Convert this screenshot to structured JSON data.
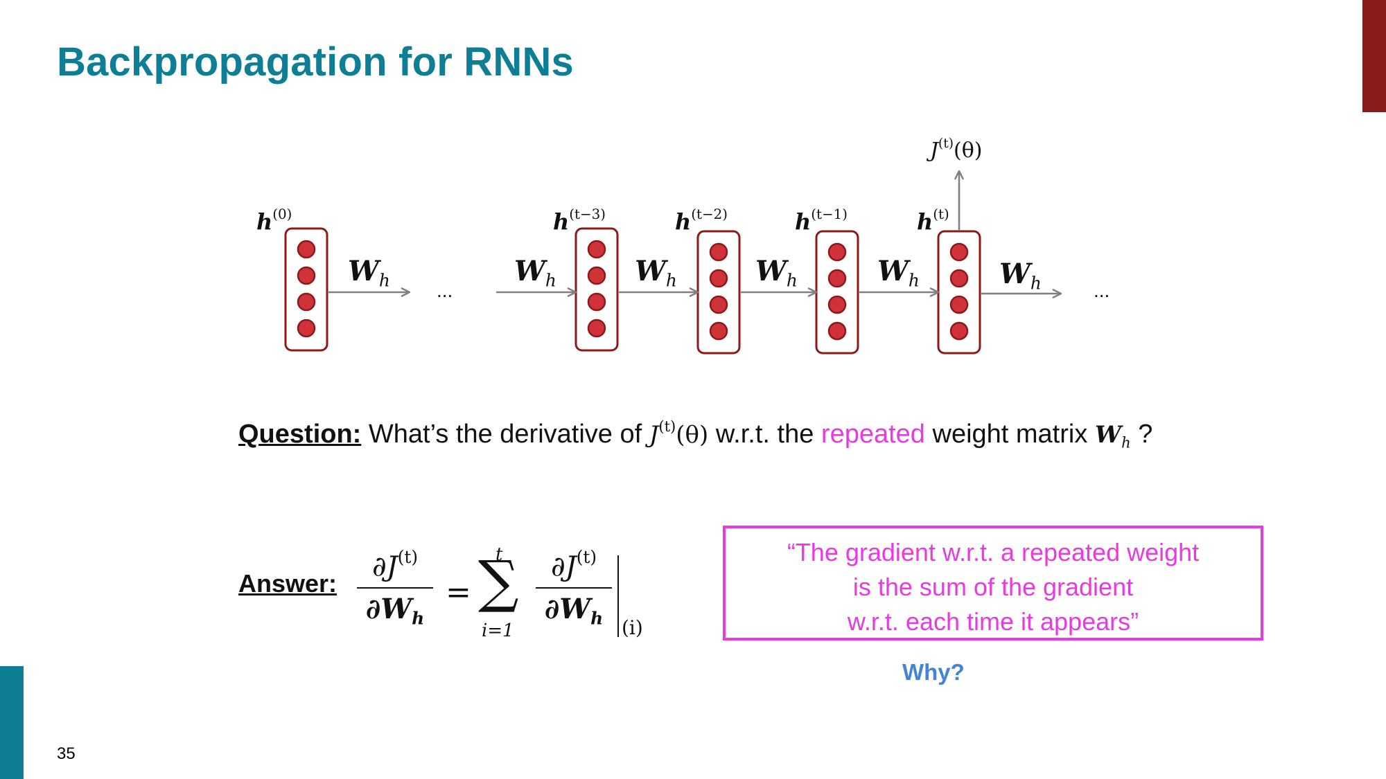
{
  "slide": {
    "title": "Backpropagation for RNNs",
    "number": "35"
  },
  "colors": {
    "title": "#0d7e94",
    "accent_red": "#8b1a1a",
    "accent_teal": "#0d7e94",
    "neuron_fill": "#d0323a",
    "neuron_stroke": "#8b1a1a",
    "pink": "#e83ae0",
    "why": "#4285d8",
    "arrow": "#808080"
  },
  "diagram": {
    "hidden_states": [
      {
        "base": "h",
        "sup": "(0)"
      },
      {
        "base": "h",
        "sup": "(t−3)"
      },
      {
        "base": "h",
        "sup": "(t−2)"
      },
      {
        "base": "h",
        "sup": "(t−1)"
      },
      {
        "base": "h",
        "sup": "(t)"
      }
    ],
    "weight_label": {
      "base": "W",
      "sub": "h"
    },
    "ellipsis": "...",
    "loss": {
      "base": "J",
      "sup": "(t)",
      "arg": "(θ)"
    }
  },
  "question": {
    "label": "Question:",
    "text_before": " What’s the derivative of ",
    "math_base": "J",
    "math_sup": "(t)",
    "math_arg": "(θ)",
    "text_middle": " w.r.t. the ",
    "highlight": "repeated",
    "text_after": " weight matrix ",
    "matrix_base": "W",
    "matrix_sub": "h",
    "end": " ?"
  },
  "answer": {
    "label": "Answer:",
    "lhs_num": "∂J",
    "lhs_num_sup": "(t)",
    "lhs_den": "∂W",
    "lhs_den_sub": "h",
    "equals": "=",
    "sum_symbol": "∑",
    "sum_upper": "t",
    "sum_lower": "i=1",
    "rhs_num": "∂J",
    "rhs_num_sup": "(t)",
    "rhs_den": "∂W",
    "rhs_den_sub": "h",
    "eval_sub": "(i)"
  },
  "quote": {
    "line1": "“The gradient w.r.t. a repeated weight",
    "line2": "is the sum of the gradient",
    "line3": "w.r.t. each time it appears”"
  },
  "why": "Why?"
}
